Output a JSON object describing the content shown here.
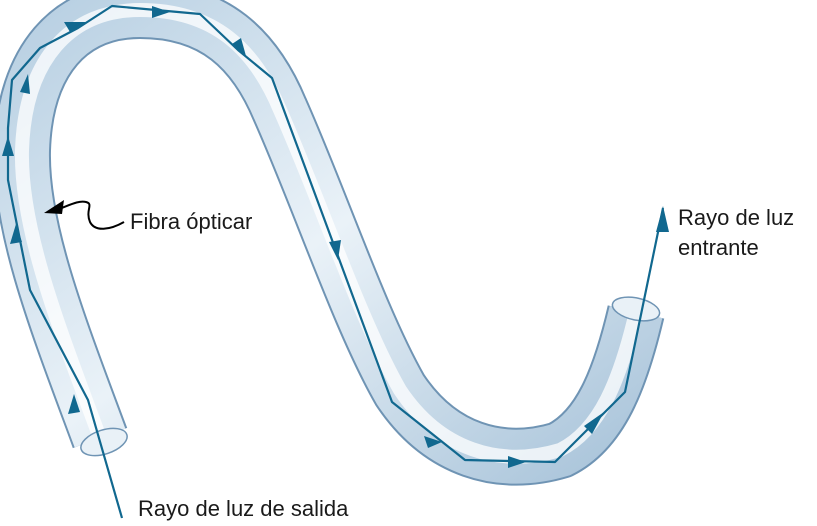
{
  "labels": {
    "fiber": "Fibra ópticar",
    "incoming_line1": "Rayo de luz",
    "incoming_line2": "entrante",
    "outgoing": "Rayo de luz de salida"
  },
  "colors": {
    "fiber_body": "#dce9f3",
    "fiber_edge": "#6f94b4",
    "ray": "#11688f",
    "pointer": "#000000",
    "text": "#1a1a1a"
  }
}
